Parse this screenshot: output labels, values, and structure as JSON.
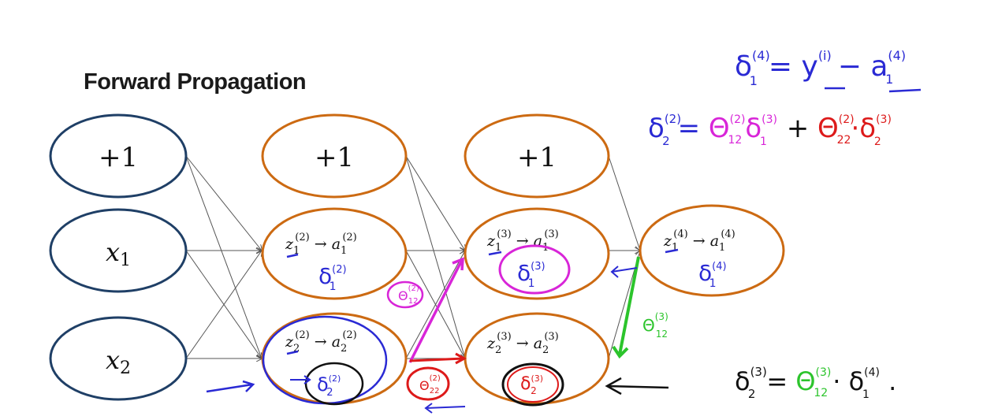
{
  "title": "Forward Propagation",
  "colors": {
    "input_node": "#1f3f66",
    "hidden_node": "#cc6a12",
    "blue_ink": "#2a2ad4",
    "magenta_ink": "#d825d8",
    "red_ink": "#dd1a1a",
    "green_ink": "#2cc42c",
    "black_ink": "#111111"
  },
  "nodes": {
    "input_bias": "+1",
    "input_x1": "x1",
    "input_x2": "x2",
    "l2_bias": "+1",
    "l3_bias": "+1",
    "l2_n1": {
      "z": "z1(2)",
      "a": "a1(2)",
      "delta": "δ1(2)"
    },
    "l2_n2": {
      "z": "z2(2)",
      "a": "a2(2)",
      "delta": "δ2(2)"
    },
    "l3_n1": {
      "z": "z1(3)",
      "a": "a1(3)",
      "delta": "δ1(3)"
    },
    "l3_n2": {
      "z": "z2(3)",
      "a": "a2(3)",
      "delta": "δ2(3)"
    },
    "l4_n1": {
      "z": "z1(4)",
      "a": "a1(4)",
      "delta": "δ1(4)"
    }
  },
  "annotations": {
    "theta_12_2": "Θ12(2)",
    "theta_22_2": "Θ22(2)",
    "theta_12_3": "Θ12(3)"
  },
  "equations": {
    "eq1": "δ1(4) = y(i) − a1(4)",
    "eq2": "δ2(2) = Θ12(2) δ1(3) + Θ22(2) · δ2(3)",
    "eq3": "δ2(3) = Θ12(3) · δ1(4) ."
  }
}
